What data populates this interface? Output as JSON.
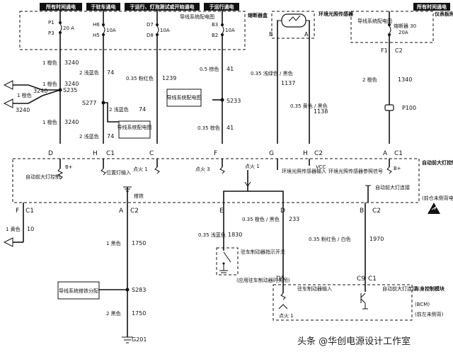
{
  "headers": {
    "h1": "所有时间通电",
    "h2": "于驻车通电",
    "h3": "于运行、灯泡测试或开始通电",
    "h4": "于运行通电",
    "h5": "所有时间通电"
  },
  "fuse_block": {
    "label": "熔断器盒",
    "p1": "P1",
    "p3": "P3",
    "f1_rating": "20 A",
    "h6": "H6",
    "h5": "H5",
    "f2_rating": "10A",
    "d7": "D7",
    "d8": "D8",
    "f3_rating": "10A",
    "f3_note": "导线系统配电图",
    "b3": "B3",
    "b2": "B2",
    "f4_rating": "10A"
  },
  "sensor": {
    "label": "环境光照传感器",
    "pin_b": "B",
    "pin_a": "A"
  },
  "right_fuse": {
    "box_label": "仪表板附件导线接线盒",
    "note": "导线系统配电图",
    "fuse": "熔断器 30",
    "rating": "20A",
    "f1": "F1",
    "c2": "C2",
    "size": "2 橙色",
    "circuit": "1340",
    "connector": "P100"
  },
  "wires": {
    "w3240_a_size": "1 橙色",
    "w3240_a": "3240",
    "w3240_b_size": "1 橙色",
    "w3240_b": "3240",
    "w3240_c_size": "1 橙色",
    "w3240_c": "3240",
    "w3240_d": "3240",
    "left_1": "1 橙色",
    "left_3240": "3240",
    "s235": "S235",
    "w74a_size": "2 浅蓝色",
    "w74a": "74",
    "s277": "S277",
    "w74b_size": "2 浅蓝色",
    "w74b": "74",
    "w74c_size": "2 浅蓝色",
    "w74c": "74",
    "ref_74": "导线系统配电图",
    "w1239_size": "0.35 粉红色",
    "w1239": "1239",
    "ref_1239": "导线系统配电图",
    "w41a_size": "0.5 棕色",
    "w41a": "41",
    "s233": "S233",
    "w41b_size": "0.35 棕色",
    "w41b": "41",
    "w1137_size": "0.35 浅绿色 / 黑色",
    "w1137": "1137",
    "w1138_size": "0.35 黄色 / 黑色",
    "w1138": "1138"
  },
  "module": {
    "pins_top": [
      "D",
      "H",
      "C",
      "F",
      "G",
      "H",
      "A"
    ],
    "pin_c1_a": "C1",
    "pin_c2_h": "C2",
    "pin_c1_a2": "C1",
    "bplus_left": "B+",
    "bplus_right": "B+",
    "auto_ctrl": "自动前大灯控制",
    "pos_light": "位置灯输入",
    "ign1": "点火 1",
    "ign3": "点火 3",
    "ign1_b": "点火 1",
    "vcc": "VCC",
    "sensor_in": "环境光照传感器输入",
    "sensor_sig": "环境光照传感器参照信号",
    "auto_conn": "自动前大灯连接",
    "ground": "搭铁",
    "title": "自动前大灯控制模块",
    "note": "(前仓未侧背电脑)"
  },
  "bottom": {
    "f_pin": "F",
    "f_c1": "C1",
    "w10_size": "1 黄色",
    "w10": "10",
    "a_pin": "A",
    "a_c2": "C2",
    "w1750a_size": "1 黑色",
    "w1750a": "1750",
    "s283": "S283",
    "w1750b_size": "2 黑色",
    "w1750b": "1750",
    "gnd_ref": "导线系统搭铁分配",
    "g201": "G201",
    "e_pin": "E",
    "d_pin": "D",
    "w1830_size": "0.35 浅蓝色",
    "w1830": "1830",
    "w233_size": "0.35 橙色 / 黑色",
    "w233": "233",
    "brake_switch": "驻车制动器指示开关",
    "brake_note": "(应用驻车制动器时关闭)",
    "b_pin": "B",
    "b_c2": "C2",
    "w1970_size": "0.35 粉红色 / 白色",
    "w1970": "1970",
    "d5": "D5",
    "c9": "C9",
    "c1": "C1",
    "bcm_brake_in": "驻车制动器输入",
    "bcm_ign": "点火 1",
    "bcm_auto": "自动前大灯连接",
    "bcm_title": "车身控制模块",
    "bcm_abbr": "(BCM)",
    "bcm_note": "(前左未侧背)"
  },
  "watermark": "头条 @华创电源设计工作室"
}
